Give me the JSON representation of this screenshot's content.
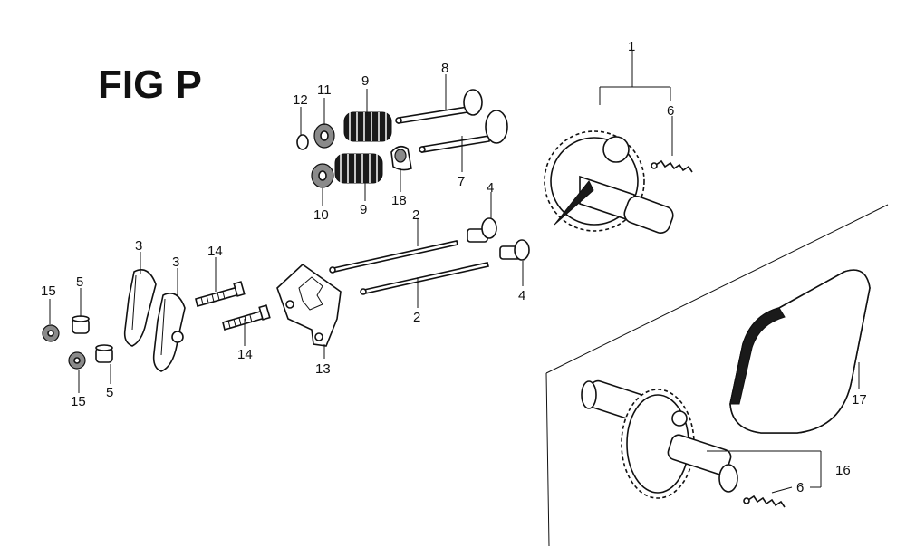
{
  "figure": {
    "title": "FIG P"
  },
  "labels": {
    "p1": "1",
    "p2a": "2",
    "p2b": "2",
    "p3a": "3",
    "p3b": "3",
    "p4a": "4",
    "p4b": "4",
    "p5a": "5",
    "p5b": "5",
    "p6a": "6",
    "p6b": "6",
    "p7": "7",
    "p8": "8",
    "p9a": "9",
    "p9b": "9",
    "p10": "10",
    "p11": "11",
    "p12": "12",
    "p13": "13",
    "p14a": "14",
    "p14b": "14",
    "p15a": "15",
    "p15b": "15",
    "p16": "16",
    "p17": "17",
    "p18": "18"
  }
}
